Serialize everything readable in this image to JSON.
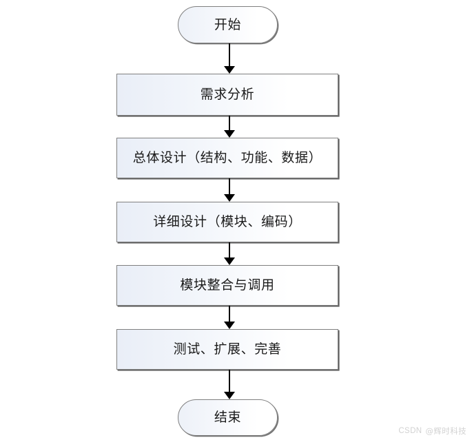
{
  "diagram": {
    "type": "flowchart",
    "orientation": "top-to-bottom",
    "background_color": "#ffffff",
    "node_border_color": "#7f7f7f",
    "node_fill_start_color": "#e9eef7",
    "node_fill_end_color": "#ffffff",
    "connector_color": "#000000",
    "text_color": "#1a1a1a",
    "nodes": [
      {
        "id": "start",
        "shape": "terminal",
        "label": "开始"
      },
      {
        "id": "step-1",
        "shape": "process",
        "label": "需求分析"
      },
      {
        "id": "step-2",
        "shape": "process",
        "label": "总体设计（结构、功能、数据）"
      },
      {
        "id": "step-3",
        "shape": "process",
        "label": "详细设计（模块、编码）"
      },
      {
        "id": "step-4",
        "shape": "process",
        "label": "模块整合与调用"
      },
      {
        "id": "step-5",
        "shape": "process",
        "label": "测试、扩展、完善"
      },
      {
        "id": "end",
        "shape": "terminal",
        "label": "结束"
      }
    ],
    "edges": [
      {
        "id": "conn-1",
        "from": "start",
        "to": "step-1",
        "arrow": "down"
      },
      {
        "id": "conn-2",
        "from": "step-1",
        "to": "step-2",
        "arrow": "down"
      },
      {
        "id": "conn-3",
        "from": "step-2",
        "to": "step-3",
        "arrow": "down"
      },
      {
        "id": "conn-4",
        "from": "step-3",
        "to": "step-4",
        "arrow": "down"
      },
      {
        "id": "conn-5",
        "from": "step-4",
        "to": "step-5",
        "arrow": "down"
      },
      {
        "id": "conn-6",
        "from": "step-5",
        "to": "end",
        "arrow": "down"
      }
    ]
  },
  "watermark": {
    "brand": "CSDN",
    "author": "@辉时科技",
    "color": "#d2d2d2"
  }
}
